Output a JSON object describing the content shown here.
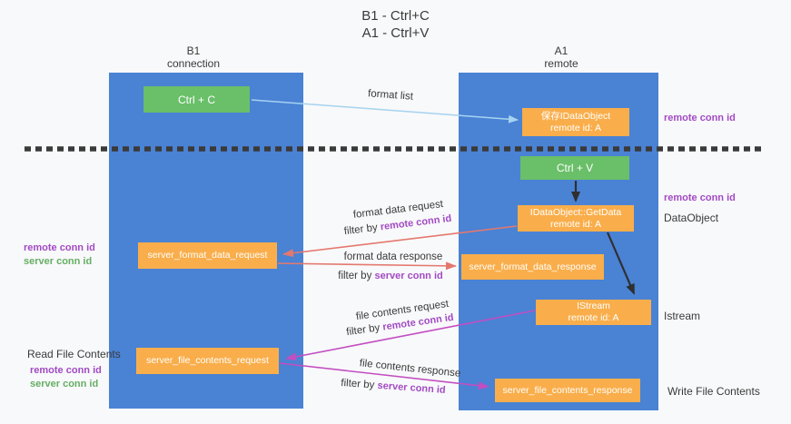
{
  "title": {
    "line1": "B1 - Ctrl+C",
    "line2": "A1 - Ctrl+V"
  },
  "left_column": {
    "header_line1": "B1",
    "header_line2": "connection"
  },
  "right_column": {
    "header_line1": "A1",
    "header_line2": "remote"
  },
  "boxes": {
    "ctrl_c": "Ctrl + C",
    "ctrl_v": "Ctrl + V",
    "save_idataobject_line1": "保存IDataObject",
    "save_idataobject_line2": "remote id: A",
    "getdata_line1": "IDataObject::GetData",
    "getdata_line2": "remote id: A",
    "format_request": "server_format_data_request",
    "format_response": "server_format_data_response",
    "istream_line1": "IStream",
    "istream_line2": "remote id: A",
    "file_request": "server_file_contents_request",
    "file_response": "server_file_contents_response"
  },
  "labels": {
    "format_list": "format list",
    "format_data_request": "format data request",
    "format_data_response": "format data response",
    "file_contents_request": "file contents request",
    "file_contents_response": "file contents response",
    "filter_by": "filter by",
    "remote_conn_id": "remote conn id",
    "server_conn_id": "server conn id",
    "dataobject": "DataObject",
    "istream": "Istream",
    "read_file_contents": "Read File Contents",
    "write_file_contents": "Write File Contents"
  },
  "colors": {
    "column_blue": "#4a82d4",
    "box_green": "#6abf69",
    "box_orange": "#f9ae4b",
    "arrow_light_blue": "#a6d3f0",
    "arrow_red": "#e4786f",
    "arrow_magenta": "#c24ec2",
    "arrow_black": "#2f2f2f",
    "text_purple": "#a24ac4",
    "text_green": "#66ae64",
    "dashed_line": "#3a3a3a"
  }
}
